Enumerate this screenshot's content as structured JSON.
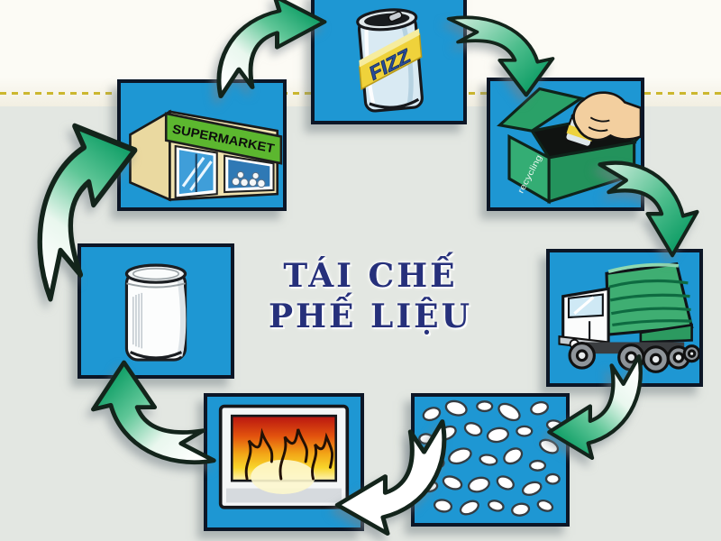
{
  "title": {
    "line1": "TÁI CHẾ",
    "line2": "PHẾ LIỆU"
  },
  "labels": {
    "supermarket_sign": "SUPERMARKET",
    "can_brand": "FIZZ",
    "bin_side": "recycling"
  },
  "stages": [
    {
      "icon": "fizzy-can-icon",
      "name": "canned drink"
    },
    {
      "icon": "recycling-bin-icon",
      "name": "hand dropping can in recycling box"
    },
    {
      "icon": "garbage-truck-icon",
      "name": "collection truck"
    },
    {
      "icon": "shredded-metal-icon",
      "name": "shredded metal pieces"
    },
    {
      "icon": "furnace-icon",
      "name": "melting furnace"
    },
    {
      "icon": "empty-can-icon",
      "name": "new blank can"
    },
    {
      "icon": "supermarket-icon",
      "name": "supermarket"
    }
  ],
  "colors": {
    "panel_blue": "#1e97d3",
    "panel_border": "#0c1626",
    "arrow_green": "#17a26b",
    "arrow_white": "#ffffff",
    "title_navy": "#26307b",
    "dash_yellow": "#ccb72f",
    "sign_green": "#5cb72f",
    "background_gray": "#e3e7e2",
    "background_top": "#fcfbf5"
  }
}
